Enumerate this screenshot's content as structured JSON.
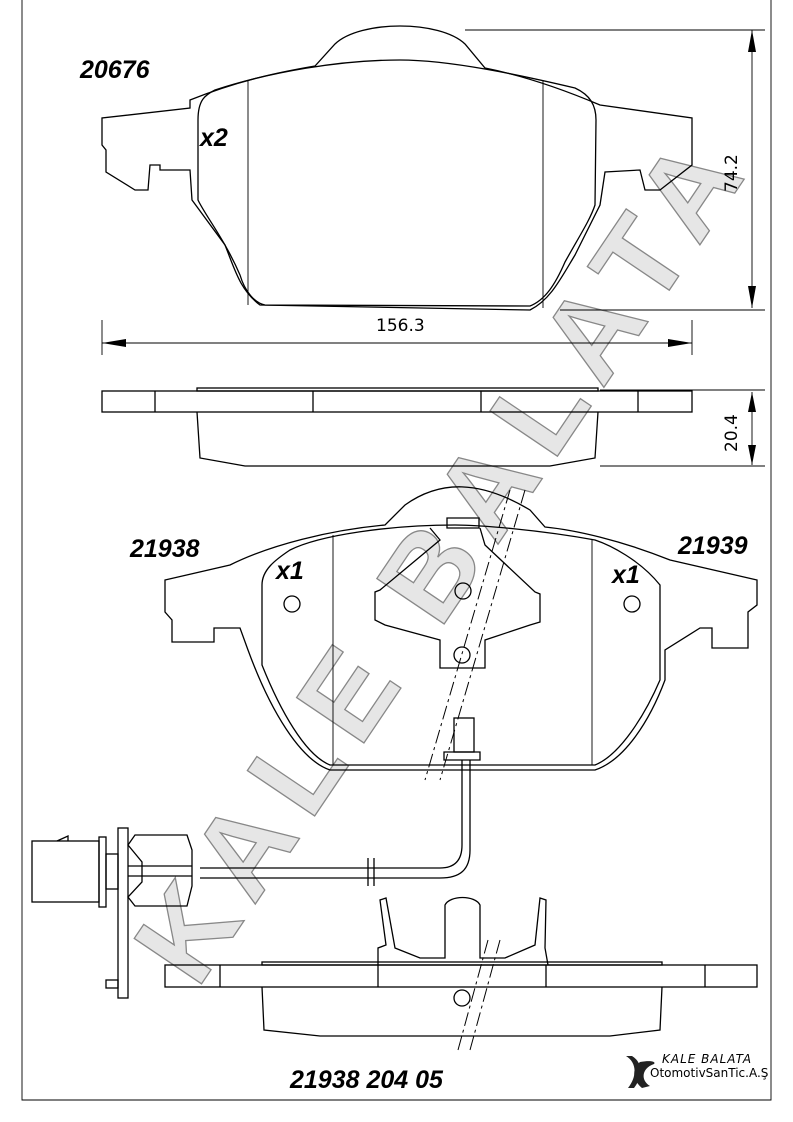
{
  "drawing": {
    "top_pad": {
      "part_number": "20676",
      "quantity": "x2",
      "width_dim": "156.3",
      "height_dim": "74.2",
      "thickness_dim": "20.4"
    },
    "bottom_pad": {
      "left_part_number": "21938",
      "right_part_number": "21939",
      "left_quantity": "x1",
      "right_quantity": "x1"
    },
    "set_number": "21938 204 05",
    "watermark": "KALE BALATA",
    "logo": {
      "line1": "KALE  BALATA",
      "line2": "OtomotivSanTic.A.Ş"
    }
  }
}
